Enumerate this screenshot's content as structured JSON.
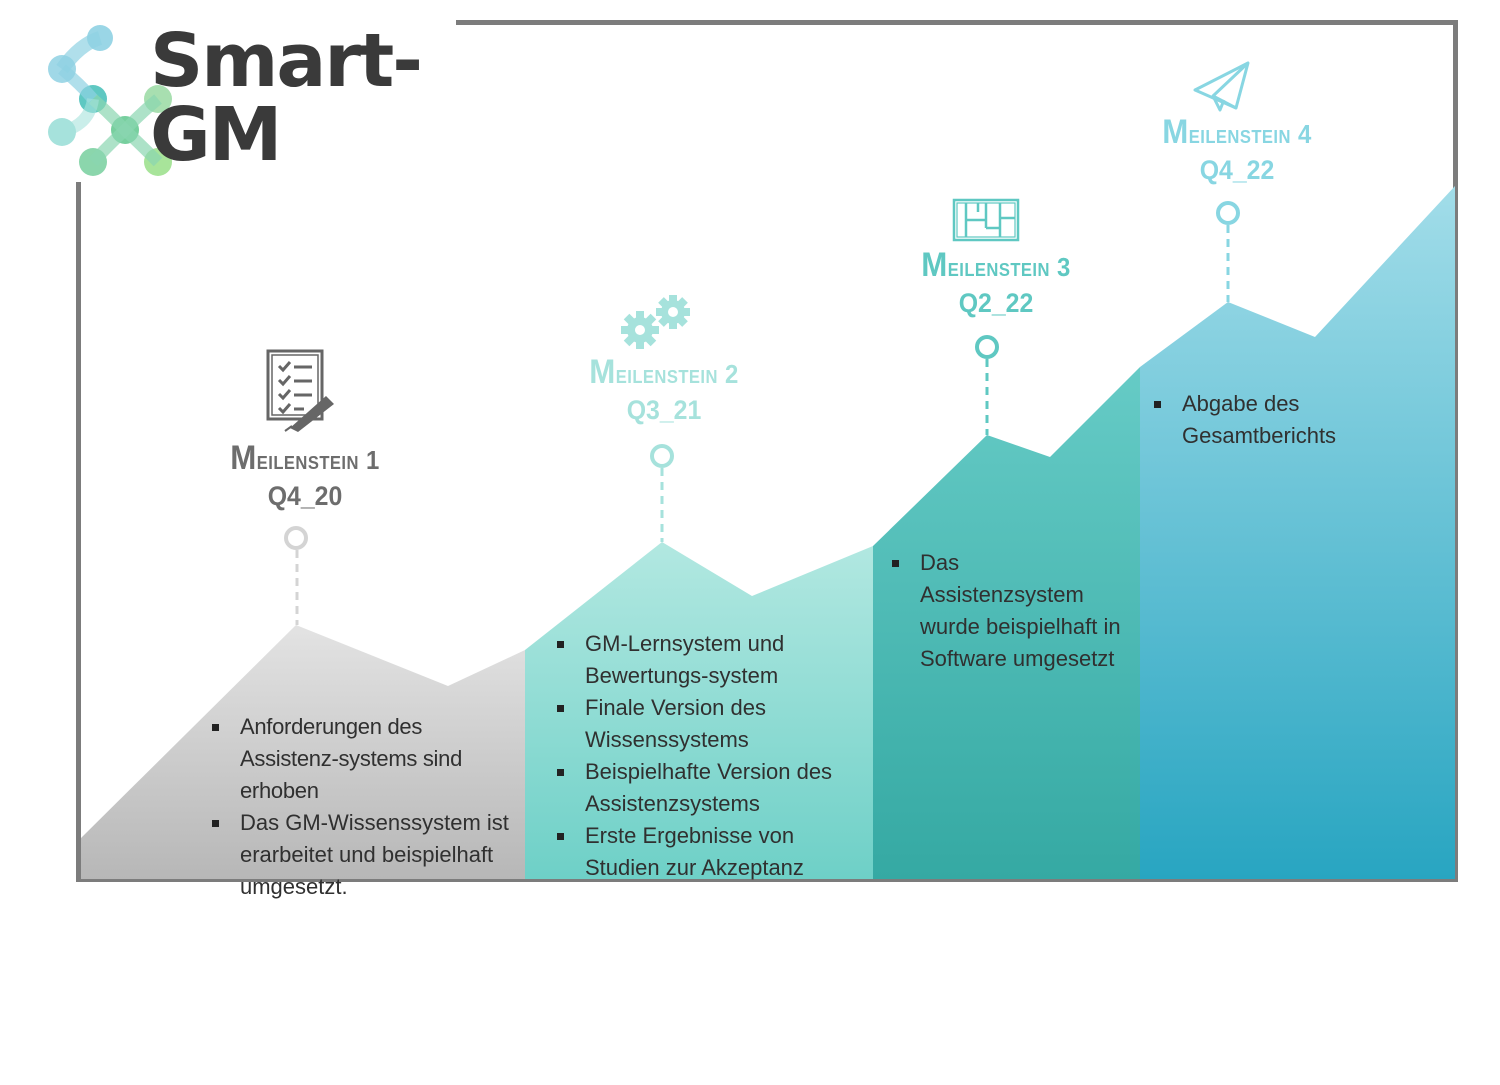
{
  "logo": {
    "text": "Smart-GM"
  },
  "colors": {
    "frame": "#7c7c7c",
    "milestone1": "#6d6d6d",
    "milestone2": "#a6e2dc",
    "milestone3": "#5fc8c2",
    "milestone4": "#88d6e2"
  },
  "milestones": [
    {
      "title_first": "M",
      "title_rest": "eilenstein 1",
      "date": "Q4_20",
      "icon": "checklist-icon",
      "bullets": [
        "Anforderungen des Assistenz-systems sind erhoben",
        "Das GM-Wissenssystem ist erarbeitet und beispielhaft umgesetzt."
      ]
    },
    {
      "title_first": "M",
      "title_rest": "eilenstein 2",
      "date": "Q3_21",
      "icon": "gears-icon",
      "bullets": [
        "GM-Lernsystem und Bewertungs-system",
        "Finale Version des Wissenssystems",
        "Beispielhafte Version des Assistenzsystems",
        "Erste Ergebnisse von Studien zur Akzeptanz"
      ]
    },
    {
      "title_first": "M",
      "title_rest": "eilenstein 3",
      "date": "Q2_22",
      "icon": "blueprint-icon",
      "bullets": [
        "Das Assistenzsystem wurde beispielhaft in Software umgesetzt"
      ]
    },
    {
      "title_first": "M",
      "title_rest": "eilenstein 4",
      "date": "Q4_22",
      "icon": "paper-plane-icon",
      "bullets": [
        "Abgabe des Gesamtberichts"
      ]
    }
  ]
}
